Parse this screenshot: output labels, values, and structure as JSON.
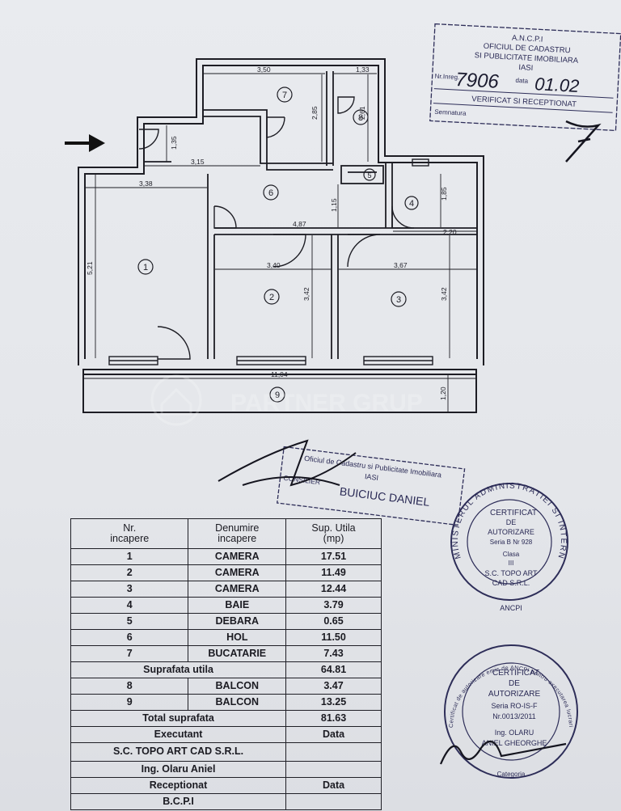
{
  "plan": {
    "dimensions": [
      "3,50",
      "1,33",
      "2,85",
      "2,61",
      "1,35",
      "3,15",
      "3,38",
      "5,21",
      "4,87",
      "2,20",
      "1,85",
      "3,40",
      "3,67",
      "3,42",
      "3,42",
      "11,04",
      "1,20",
      "1,15"
    ],
    "room_numbers": [
      "1",
      "2",
      "3",
      "4",
      "5",
      "6",
      "7",
      "8",
      "9"
    ],
    "watermark": "PARTNER GRUP"
  },
  "stamps": {
    "ancpi_top": {
      "title": "A.N.C.P.I",
      "line1": "OFICIUL DE CADASTRU",
      "line2": "SI PUBLICITATE IMOBILIARA",
      "line3": "IASI",
      "nr_label": "Nr.Inreg.",
      "nr_value": "7906",
      "data_label": "data",
      "data_value": "01.02",
      "verified": "VERIFICAT SI RECEPTIONAT",
      "semnatura_label": "Semnatura"
    },
    "ocpi_middle": {
      "line1": "Oficiul de Cadastru si Publicitate Imobiliara",
      "line2": "IASI",
      "role": "CONSILIER",
      "name": "BUICIUC DANIEL"
    },
    "round_top": {
      "ring": "MINISTERUL ADMINISTRATIEI SI INTERNELOR",
      "certificat": "CERTIFICAT",
      "de": "DE",
      "autorizare": "AUTORIZARE",
      "serie": "Seria B Nr 928",
      "clasa": "Clasa",
      "clasa_val": "III",
      "firma1": "S.C. TOPO ART",
      "firma2": "CAD S.R.L.",
      "bottom": "ANCPI"
    },
    "round_bottom": {
      "ring": "Certificat de autorizare emis de ANCPI pentru executarea lucrarilor de cadastru",
      "certificat": "CERTIFICAT",
      "de": "DE",
      "autorizare": "AUTORIZARE",
      "serie": "Seria RO-IS-F",
      "nr": "Nr.0013/2011",
      "ing": "Ing. OLARU",
      "name": "ANIEL GHEORGHE",
      "bottom": "Categoria"
    }
  },
  "table": {
    "headers": {
      "nr_line1": "Nr.",
      "nr_line2": "incapere",
      "den_line1": "Denumire",
      "den_line2": "incapere",
      "sup_line1": "Sup. Utila",
      "sup_line2": "(mp)"
    },
    "rooms": [
      {
        "nr": "1",
        "name": "CAMERA",
        "area": "17.51"
      },
      {
        "nr": "2",
        "name": "CAMERA",
        "area": "11.49"
      },
      {
        "nr": "3",
        "name": "CAMERA",
        "area": "12.44"
      },
      {
        "nr": "4",
        "name": "BAIE",
        "area": "3.79"
      },
      {
        "nr": "5",
        "name": "DEBARA",
        "area": "0.65"
      },
      {
        "nr": "6",
        "name": "HOL",
        "area": "11.50"
      },
      {
        "nr": "7",
        "name": "BUCATARIE",
        "area": "7.43"
      }
    ],
    "useful_label": "Suprafata utila",
    "useful_value": "64.81",
    "balconies": [
      {
        "nr": "8",
        "name": "BALCON",
        "area": "3.47"
      },
      {
        "nr": "9",
        "name": "BALCON",
        "area": "13.25"
      }
    ],
    "total_label": "Total suprafata",
    "total_value": "81.63",
    "executant_label": "Executant",
    "executant_company": "S.C. TOPO ART CAD S.R.L.",
    "executant_person": "Ing. Olaru Aniel",
    "data_label": "Data",
    "receptionat_label": "Receptionat",
    "receptionat_by": "B.C.P.I",
    "data_label2": "Data"
  }
}
